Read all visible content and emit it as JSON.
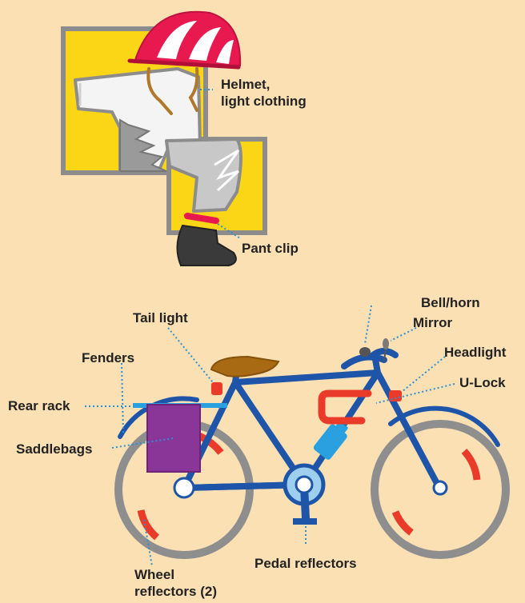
{
  "colors": {
    "background": "#fbe0b4",
    "frame_yellow": "#fbd617",
    "frame_gray": "#8c8c8c",
    "helmet": "#e8194e",
    "bike_frame": "#1f55a8",
    "reflector_red": "#ea3a2a",
    "saddlebag": "#8a3598",
    "tire": "#8e8e8e",
    "saddle": "#a86a12",
    "bottle": "#2aa0e0",
    "leader": "#2b8fd6",
    "label_text": "#222222"
  },
  "labels": {
    "helmet_line1": "Helmet,",
    "helmet_line2": "light clothing",
    "pant_clip": "Pant clip",
    "tail_light": "Tail light",
    "bell_horn": "Bell/horn",
    "mirror": "Mirror",
    "headlight": "Headlight",
    "fenders": "Fenders",
    "u_lock": "U-Lock",
    "rear_rack": "Rear rack",
    "saddlebags": "Saddlebags",
    "pedal_reflectors": "Pedal reflectors",
    "wheel_reflectors_line1": "Wheel",
    "wheel_reflectors_line2": "reflectors (2)"
  }
}
